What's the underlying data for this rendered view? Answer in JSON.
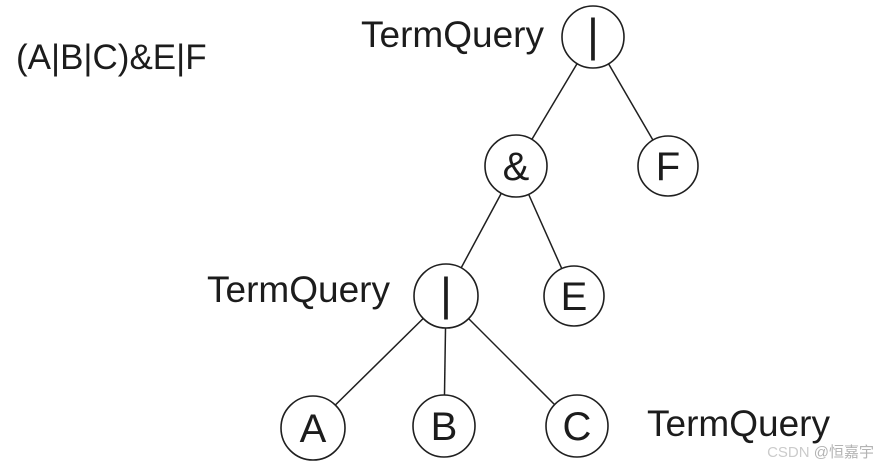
{
  "expression": "(A|B|C)&E|F",
  "annotations": {
    "root": "TermQuery",
    "inner": "TermQuery",
    "leaf": "TermQuery"
  },
  "tree": {
    "nodes": [
      {
        "id": "or-root",
        "label": "|"
      },
      {
        "id": "and",
        "label": "&"
      },
      {
        "id": "f",
        "label": "F"
      },
      {
        "id": "or-inner",
        "label": "|"
      },
      {
        "id": "e",
        "label": "E"
      },
      {
        "id": "a",
        "label": "A"
      },
      {
        "id": "b",
        "label": "B"
      },
      {
        "id": "c",
        "label": "C"
      }
    ],
    "edges": [
      {
        "from": "or-root",
        "to": "and"
      },
      {
        "from": "or-root",
        "to": "f"
      },
      {
        "from": "and",
        "to": "or-inner"
      },
      {
        "from": "and",
        "to": "e"
      },
      {
        "from": "or-inner",
        "to": "a"
      },
      {
        "from": "or-inner",
        "to": "b"
      },
      {
        "from": "or-inner",
        "to": "c"
      }
    ]
  },
  "watermark": {
    "prefix": "CSDN",
    "handle": "@恒嘉宇"
  },
  "colors": {
    "ink": "#1c1c1c",
    "stroke": "#1f1f1f",
    "background": "#ffffff",
    "watermark_prefix": "#cbcbcb",
    "watermark_handle": "#b3b3b3"
  }
}
